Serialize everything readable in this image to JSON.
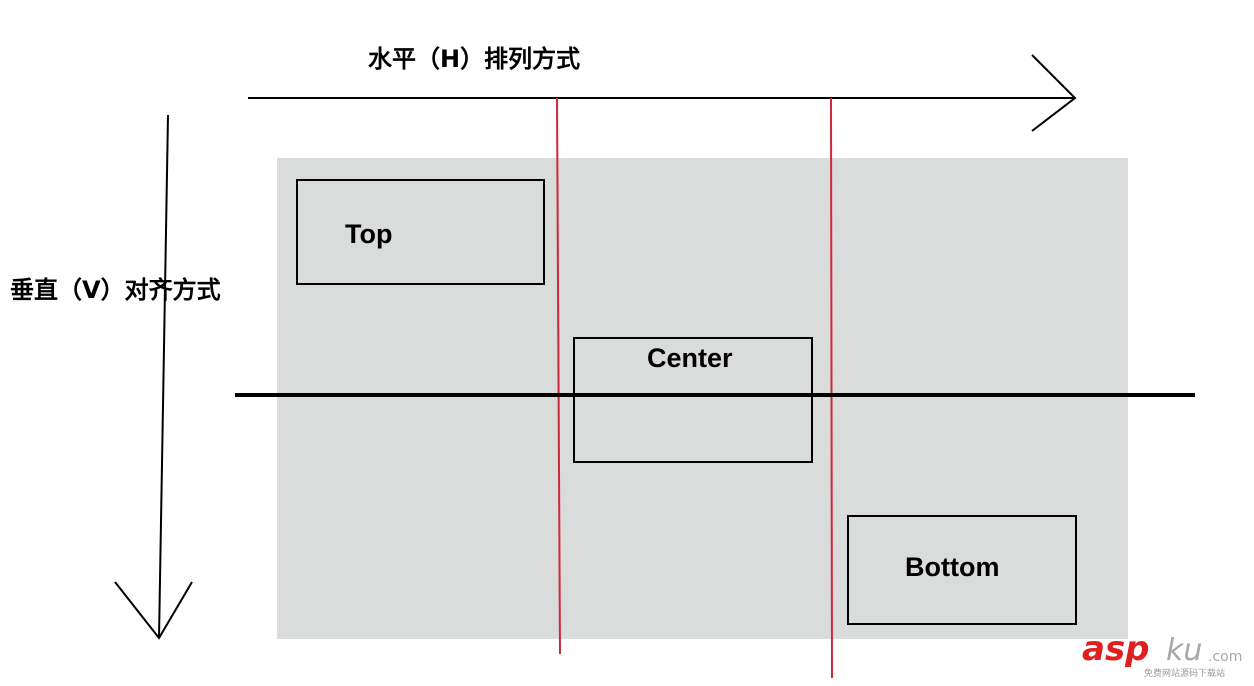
{
  "labels": {
    "horizontal": "水平（H）排列方式",
    "vertical": "垂直（V）对齐方式"
  },
  "boxes": {
    "top": "Top",
    "center": "Center",
    "bottom": "Bottom"
  },
  "watermark": {
    "brand_red": "asp",
    "brand_grey": "ku",
    "suffix": ".com",
    "tagline": "免费网站源码下载站"
  },
  "colors": {
    "panel": "#dadbdb",
    "guide_lines": "#d0283a",
    "arrows": "#000000",
    "watermark_red": "#e0201f"
  }
}
